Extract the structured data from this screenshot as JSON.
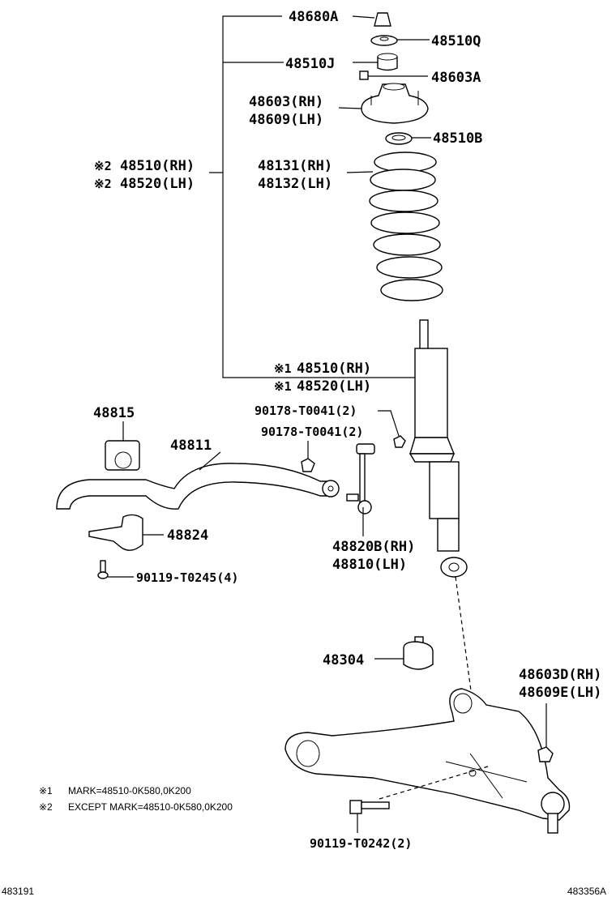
{
  "labels": {
    "p48680A": "48680A",
    "p48510Q": "48510Q",
    "p48510J": "48510J",
    "p48603A": "48603A",
    "p48603RH": "48603(RH)",
    "p48609LH": "48609(LH)",
    "p48510B": "48510B",
    "p48510RH_x2": "48510(RH)",
    "p48520LH_x2": "48520(LH)",
    "p48131RH": "48131(RH)",
    "p48132LH": "48132(LH)",
    "p48510RH_x1": "48510(RH)",
    "p48520LH_x1": "48520(LH)",
    "p48815": "48815",
    "p48811": "48811",
    "p90178a": "90178-T0041(2)",
    "p90178b": "90178-T0041(2)",
    "p48824": "48824",
    "p90119_T0245": "90119-T0245(4)",
    "p48820B": "48820B(RH)",
    "p48810": "48810(LH)",
    "p48304": "48304",
    "p48603D": "48603D(RH)",
    "p48609E": "48609E(LH)",
    "p90119_T0242": "90119-T0242(2)"
  },
  "marks": {
    "x1": "※1",
    "x2": "※2"
  },
  "notes": {
    "note1_mark": "※1",
    "note1_text": "MARK=48510-0K580,0K200",
    "note2_mark": "※2",
    "note2_text": "EXCEPT MARK=48510-0K580,0K200"
  },
  "codes": {
    "left": "483191",
    "right": "483356A"
  }
}
